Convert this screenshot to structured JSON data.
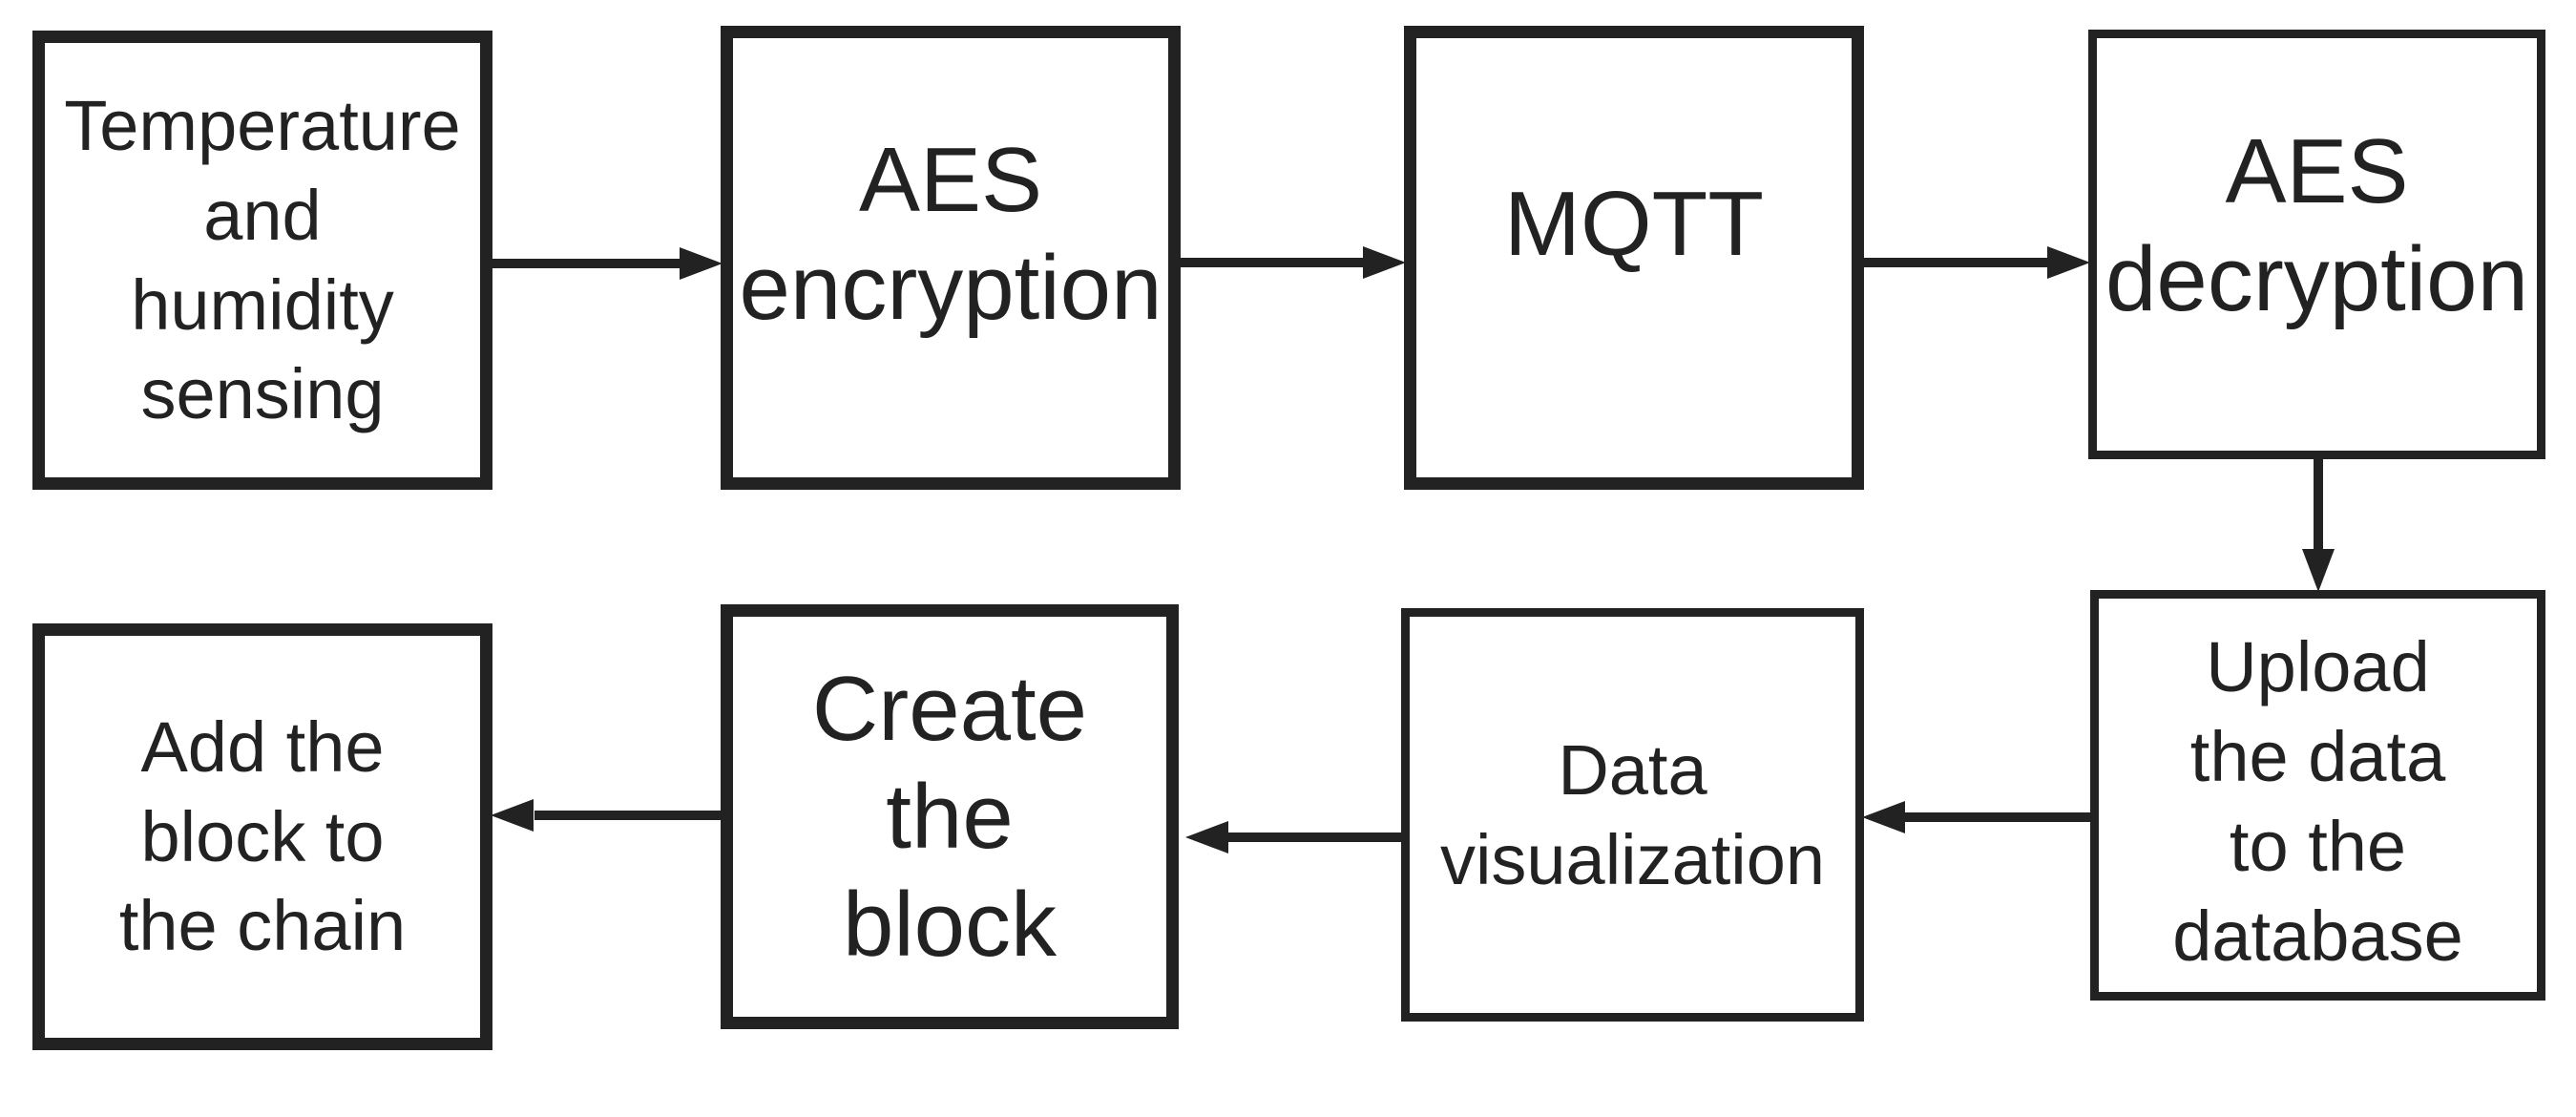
{
  "diagram": {
    "background": "#ffffff",
    "stroke_color": "#222222",
    "text_color": "#222222",
    "nodes": [
      {
        "id": "sensing",
        "label": "Temperature\nand\nhumidity\nsensing"
      },
      {
        "id": "aes_encryption",
        "label": "AES\nencryption"
      },
      {
        "id": "mqtt",
        "label": "MQTT"
      },
      {
        "id": "aes_decryption",
        "label": "AES\ndecryption"
      },
      {
        "id": "add_block",
        "label": "Add the\nblock to\nthe chain"
      },
      {
        "id": "create_block",
        "label": "Create\nthe\nblock"
      },
      {
        "id": "data_visualization",
        "label": "Data\nvisualization"
      },
      {
        "id": "upload_database",
        "label": "Upload\nthe data\nto the\ndatabase"
      }
    ],
    "edges": [
      {
        "from": "sensing",
        "to": "aes_encryption",
        "direction": "right"
      },
      {
        "from": "aes_encryption",
        "to": "mqtt",
        "direction": "right"
      },
      {
        "from": "mqtt",
        "to": "aes_decryption",
        "direction": "right"
      },
      {
        "from": "aes_decryption",
        "to": "upload_database",
        "direction": "down"
      },
      {
        "from": "upload_database",
        "to": "data_visualization",
        "direction": "left"
      },
      {
        "from": "data_visualization",
        "to": "create_block",
        "direction": "left"
      },
      {
        "from": "create_block",
        "to": "add_block",
        "direction": "left"
      }
    ]
  }
}
